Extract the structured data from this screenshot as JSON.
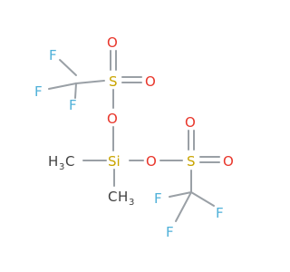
{
  "molecule": {
    "atoms": {
      "f1": "F",
      "f2": "F",
      "f3": "F",
      "s1": "S",
      "o1": "O",
      "o2": "O",
      "o3": "O",
      "ch3_left_main": "H",
      "ch3_left_sub": "3",
      "ch3_left_c": "C",
      "si": "Si",
      "ch3_right_c": "C",
      "ch3_right_h": "H",
      "ch3_right_sub": "3",
      "o4": "O",
      "s2": "S",
      "o5": "O",
      "o6": "O",
      "f4": "F",
      "f5": "F",
      "f6": "F"
    },
    "colors": {
      "F": "#4fb0d8",
      "O": "#e8352a",
      "S": "#c9a400",
      "Si": "#c9a400",
      "C": "#404040",
      "bond": "#9aa0a6"
    }
  }
}
